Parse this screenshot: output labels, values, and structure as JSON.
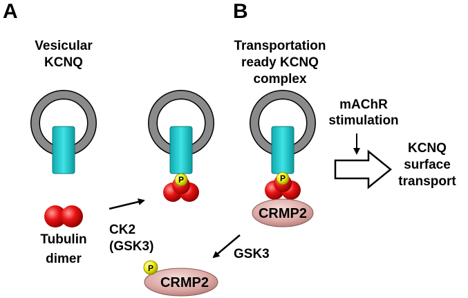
{
  "panels": {
    "a": "A",
    "b": "B"
  },
  "labels": {
    "vesicular_1": "Vesicular",
    "vesicular_2": "KCNQ",
    "transport_1": "Transportation",
    "transport_2": "ready KCNQ",
    "transport_3": "complex",
    "machr_1": "mAChR",
    "machr_2": "stimulation",
    "surface_1": "KCNQ",
    "surface_2": "surface",
    "surface_3": "transport",
    "tubulin_1": "Tubulin",
    "tubulin_2": "dimer",
    "ck2_1": "CK2",
    "ck2_2": "(GSK3)",
    "gsk3": "GSK3"
  },
  "molecules": {
    "crmp2_bound": "CRMP2",
    "crmp2_free": "CRMP2",
    "phospho": "P"
  },
  "colors": {
    "vesicle_ring": "#8a8a8a",
    "kcnq_channel": "#19c8cc",
    "tubulin": "#e01010",
    "phospho": "#f2f20a",
    "crmp2": "#d9a39f"
  }
}
